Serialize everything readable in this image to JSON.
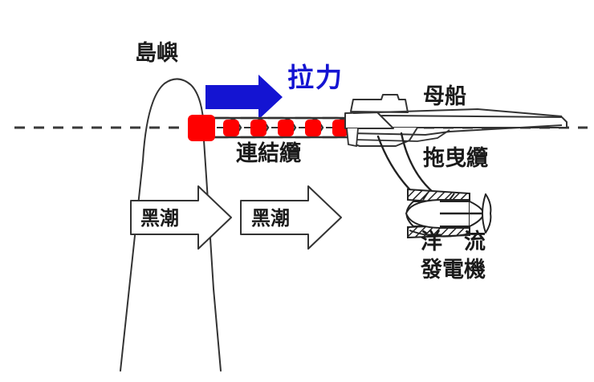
{
  "diagram": {
    "title_labels": {
      "island": "島嶼",
      "pulling_force": "拉力",
      "mother_ship": "母船",
      "connecting_cable": "連結纜",
      "tow_cable": "拖曳纜",
      "current_generator_line1": "洋　流",
      "current_generator_line2": "發電機",
      "kuroshio_left": "黑潮",
      "kuroshio_right": "黑潮"
    },
    "colors": {
      "arrow_blue": "#1414d2",
      "force_text_blue": "#1414d2",
      "link_red": "#ff0000",
      "outline": "#222222",
      "waterline": "#3a3a3a",
      "background": "#ffffff"
    },
    "elements": {
      "waterline_style": "dashed",
      "chain_link_count": 7,
      "chain_anchor_block": "large-red-anchor",
      "kuroshio_arrow_count": 2,
      "tow_cable_count": 2,
      "turbine_has_propeller": true
    }
  }
}
